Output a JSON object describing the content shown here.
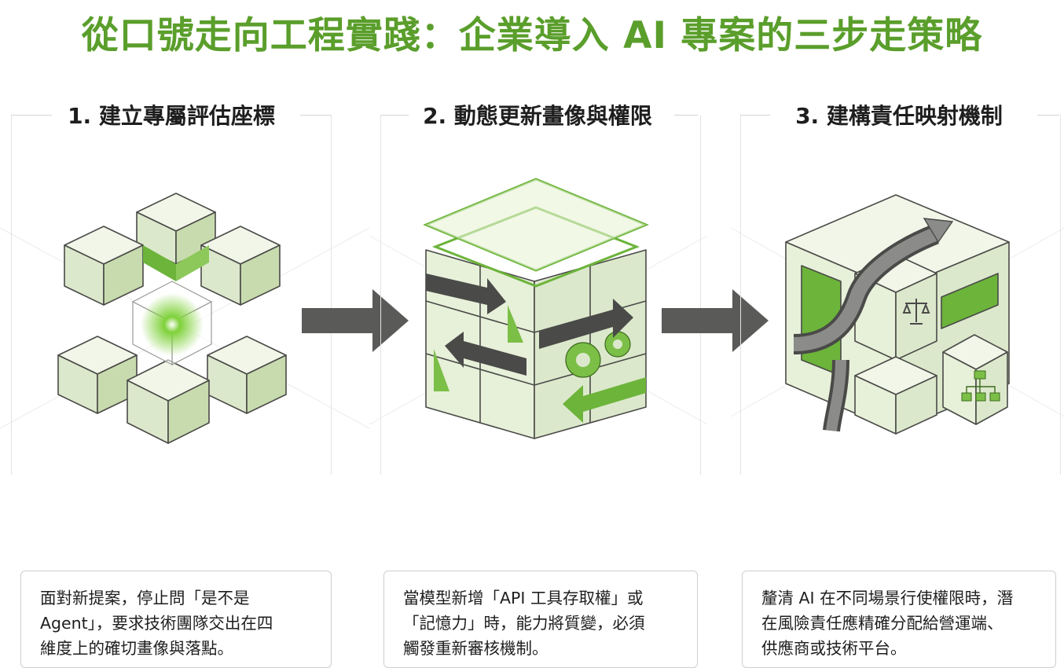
{
  "title": "從口號走向工程實踐：企業導入 AI 專案的三步走策略",
  "colors": {
    "accent": "#5a9e2b",
    "cube_face_light": "#eaf2de",
    "cube_face_mid": "#dce8cc",
    "arrow": "#5a5a58"
  },
  "steps": [
    {
      "heading": "1. 建立專屬評估座標",
      "description_lines": [
        "面對新提案，停止問「是不是",
        "Agent」，要求技術團隊交出在四",
        "維度上的確切畫像與落點。"
      ],
      "icon": "exploded-cube-with-glowing-core"
    },
    {
      "heading": "2. 動態更新畫像與權限",
      "description_lines": [
        "當模型新增「API 工具存取權」或",
        "「記憶力」時，能力將質變，必須",
        "觸發重新審核機制。"
      ],
      "icon": "cube-with-gears-arrows-and-new-layers"
    },
    {
      "heading": "3. 建構責任映射機制",
      "description_lines": [
        "釐清 AI 在不同場景行使權限時，潛",
        "在風險責任應精確分配給營運端、",
        "供應商或技術平台。"
      ],
      "icon": "cube-with-scales-and-org-chart"
    }
  ]
}
